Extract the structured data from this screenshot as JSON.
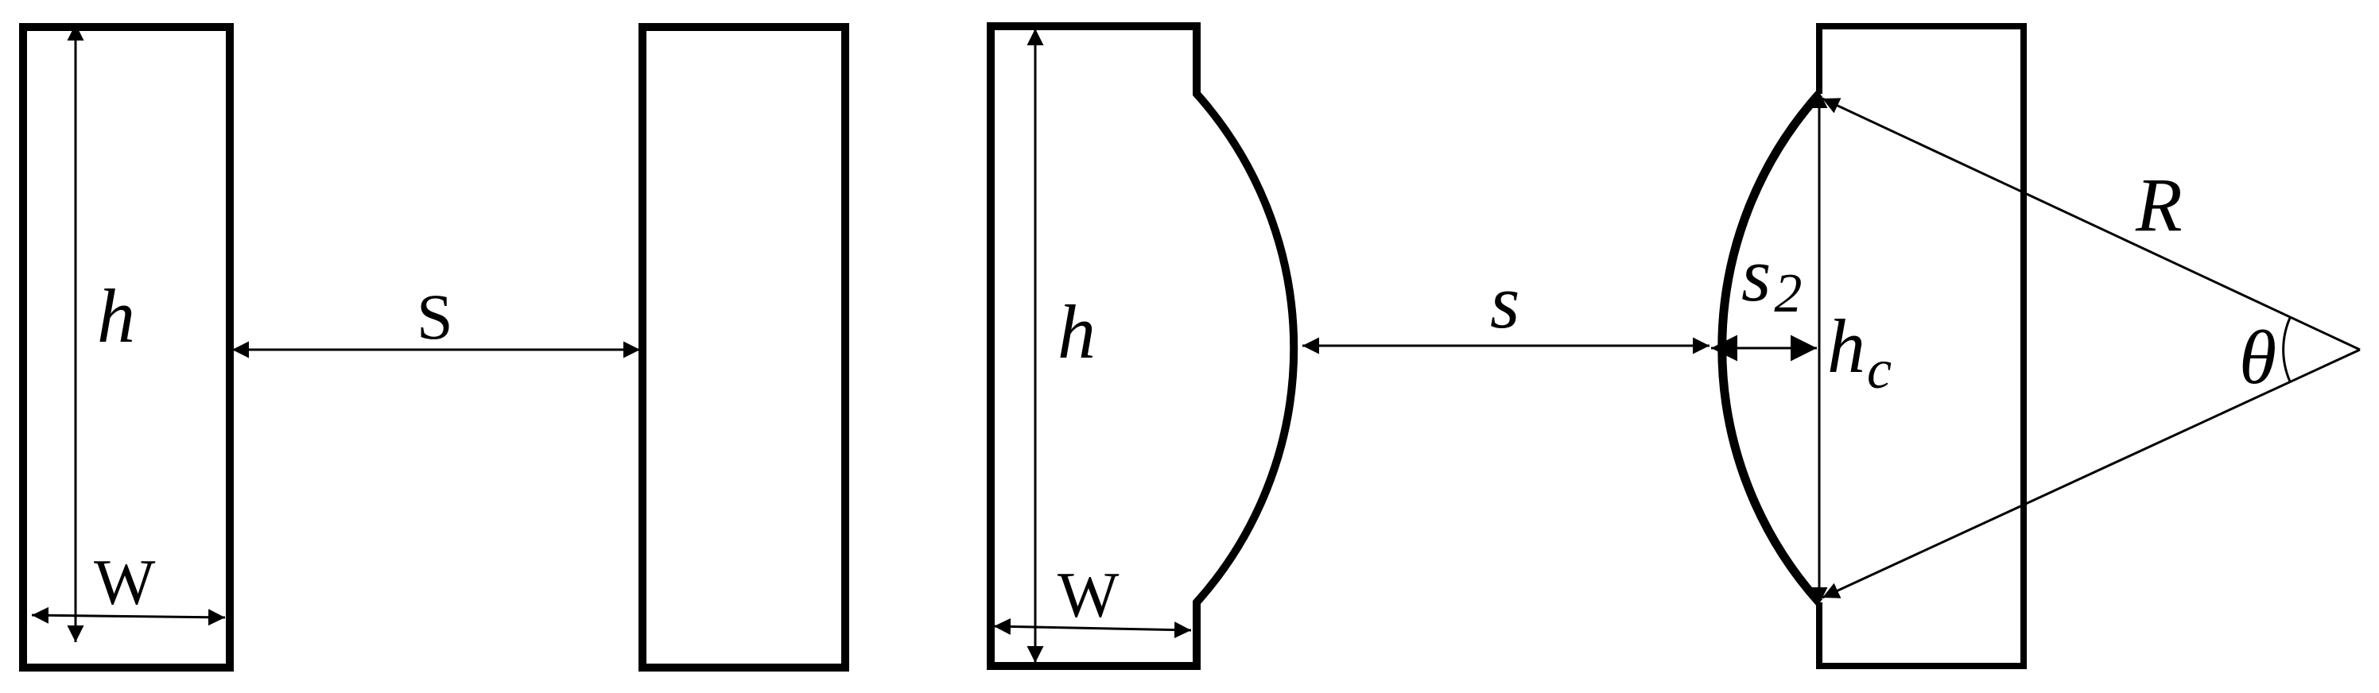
{
  "colors": {
    "background": "#ffffff",
    "stroke": "#000000"
  },
  "labels": {
    "left_height": "h",
    "left_width": "W",
    "left_gap": "S",
    "right_height": "h",
    "right_width": "W",
    "right_gap": "s",
    "s2_base": "s",
    "s2_sub": "2",
    "hc_base": "h",
    "hc_sub": "c",
    "radius": "R",
    "angle": "θ"
  },
  "icons": {
    "arrowhead": "filled-triangle-arrowhead-icon"
  }
}
